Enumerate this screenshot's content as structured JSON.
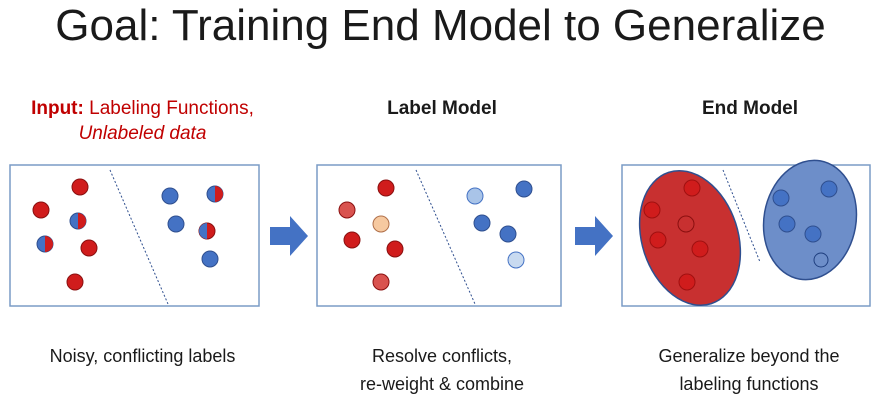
{
  "title": "Goal: Training End Model to Generalize",
  "stages": {
    "input": {
      "prefix": "Input:",
      "line1": "Labeling Functions,",
      "line2": "Unlabeled data",
      "caption": "Noisy, conflicting labels"
    },
    "label_model": {
      "heading": "Label Model",
      "caption_line1": "Resolve conflicts,",
      "caption_line2": "re-weight & combine"
    },
    "end_model": {
      "heading": "End Model",
      "caption_line1": "Generalize beyond the",
      "caption_line2": "labeling functions"
    }
  },
  "colors": {
    "red": "#c00000",
    "point_red": "#d01c1c",
    "point_blue": "#4472c4",
    "light_red": "#d9534f",
    "light_orange": "#f6c9a0",
    "light_blue": "#a9c4e8",
    "pale_blue": "#c8daf0",
    "arrow": "#4472c4",
    "blob_red": "#c83030",
    "blob_blue": "#6d8ec9"
  }
}
